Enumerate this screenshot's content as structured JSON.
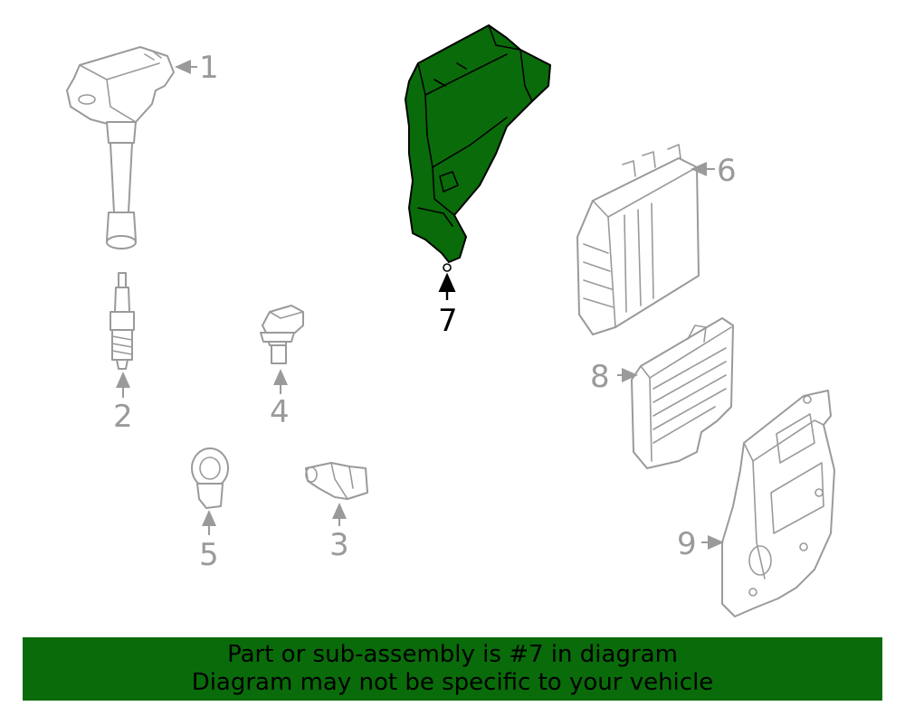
{
  "callouts": {
    "c1": "1",
    "c2": "2",
    "c3": "3",
    "c4": "4",
    "c5": "5",
    "c6": "6",
    "c7": "7",
    "c8": "8",
    "c9": "9"
  },
  "banner": {
    "line1": "Part or sub-assembly is #7 in diagram",
    "line2": "Diagram may not be specific to your vehicle"
  },
  "colors": {
    "highlight": "#0a6b0a",
    "part_line": "#9a9a9a",
    "highlight_line": "#000000"
  }
}
